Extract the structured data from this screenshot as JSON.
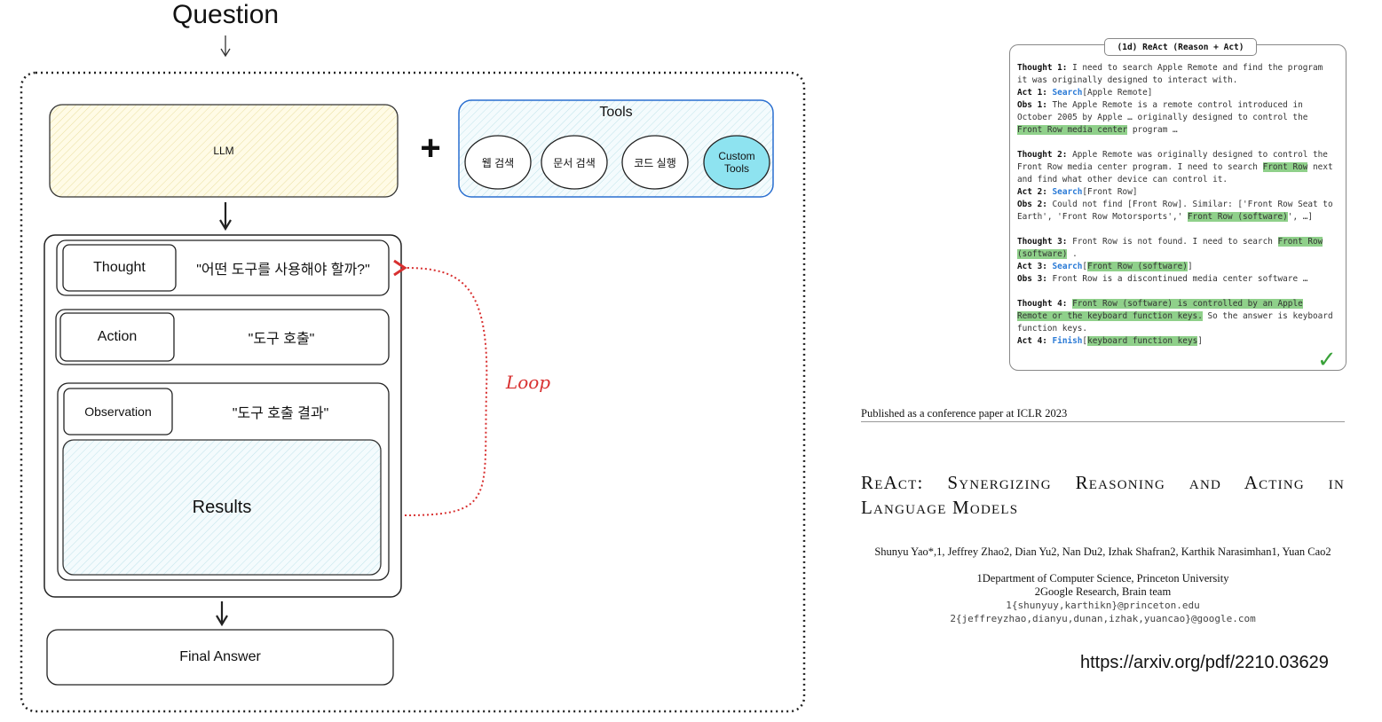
{
  "diagram": {
    "question": "Question",
    "llm": "LLM",
    "plus": "+",
    "tools": {
      "title": "Tools",
      "items": [
        "웹 검색",
        "문서 검색",
        "코드 실행",
        "Custom Tools"
      ]
    },
    "thought": {
      "label": "Thought",
      "text": "\"어떤 도구를 사용해야 할까?\""
    },
    "action": {
      "label": "Action",
      "text": "\"도구 호출\""
    },
    "observation": {
      "label": "Observation",
      "text": "\"도구 호출 결과\""
    },
    "results": "Results",
    "loop": "Loop",
    "final_answer": "Final Answer"
  },
  "react_example": {
    "panel_title": "(1d) ReAct (Reason + Act)",
    "check": "✓",
    "lines": {
      "t1_label": "Thought 1:",
      "t1_text": " I need to search Apple Remote and find the program it was originally designed to interact with.",
      "a1_label": "Act 1:",
      "a1_cmd": "Search",
      "a1_arg": "[Apple Remote]",
      "o1_label": "Obs 1:",
      "o1_text": " The Apple Remote is a remote control introduced in October 2005 by Apple … originally designed to control the ",
      "o1_hl": "Front Row media center",
      "o1_tail": " program …",
      "t2_label": "Thought 2:",
      "t2_text": " Apple Remote was originally designed to control the Front Row media center program. I need to search ",
      "t2_hl": "Front Row",
      "t2_tail": " next and find what other device can control it.",
      "a2_label": "Act 2:",
      "a2_cmd": "Search",
      "a2_arg": "[Front Row]",
      "o2_label": "Obs 2:",
      "o2_text": " Could not find [Front Row]. Similar: ['Front Row Seat to Earth', 'Front Row Motorsports',' ",
      "o2_hl": "Front Row (software)",
      "o2_tail": "', …]",
      "t3_label": "Thought 3:",
      "t3_text": " Front Row is not found. I need to search ",
      "t3_hl": "Front Row (software)",
      "t3_tail": " .",
      "a3_label": "Act 3:",
      "a3_cmd": "Search",
      "a3_arg_open": "[",
      "a3_hl": "Front Row (software)",
      "a3_arg_close": "]",
      "o3_label": "Obs 3:",
      "o3_text": " Front Row is a discontinued media center software …",
      "t4_label": "Thought 4:",
      "t4_hl": "Front Row (software) is controlled by an Apple Remote or the keyboard function keys.",
      "t4_tail": " So the answer is keyboard function keys.",
      "a4_label": "Act 4:",
      "a4_cmd": "Finish",
      "a4_arg_open": "[",
      "a4_hl": "keyboard function keys",
      "a4_arg_close": "]"
    }
  },
  "paper": {
    "header": "Published as a conference paper at ICLR 2023",
    "title": "ReAct: Synergizing Reasoning and Acting in Language Models",
    "authors": "Shunyu Yao*,1, Jeffrey Zhao2, Dian Yu2, Nan Du2, Izhak Shafran2, Karthik Narasimhan1, Yuan Cao2",
    "affil1": "1Department of Computer Science, Princeton University",
    "affil2": "2Google Research, Brain team",
    "email1": "1{shunyuy,karthikn}@princeton.edu",
    "email2": "2{jeffreyzhao,dianyu,dunan,izhak,yuancao}@google.com"
  },
  "url": "https://arxiv.org/pdf/2210.03629"
}
